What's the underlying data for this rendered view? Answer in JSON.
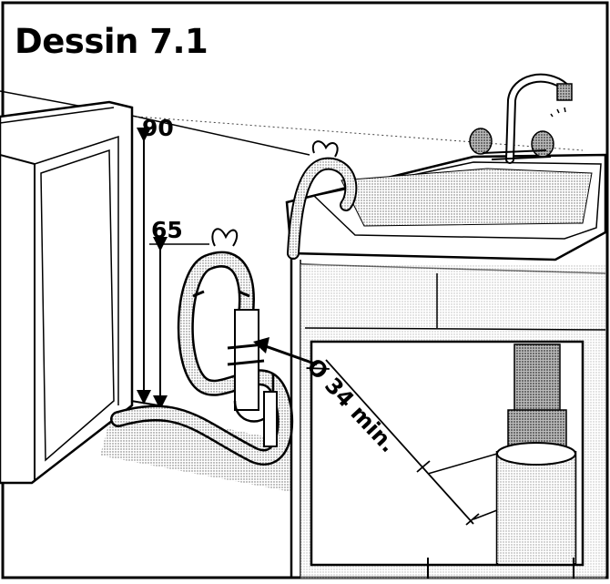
{
  "figure": {
    "title": "Dessin 7.1",
    "dimensions": {
      "height_upper": "90",
      "height_lower": "65",
      "diameter": "Ø 34 min."
    }
  }
}
